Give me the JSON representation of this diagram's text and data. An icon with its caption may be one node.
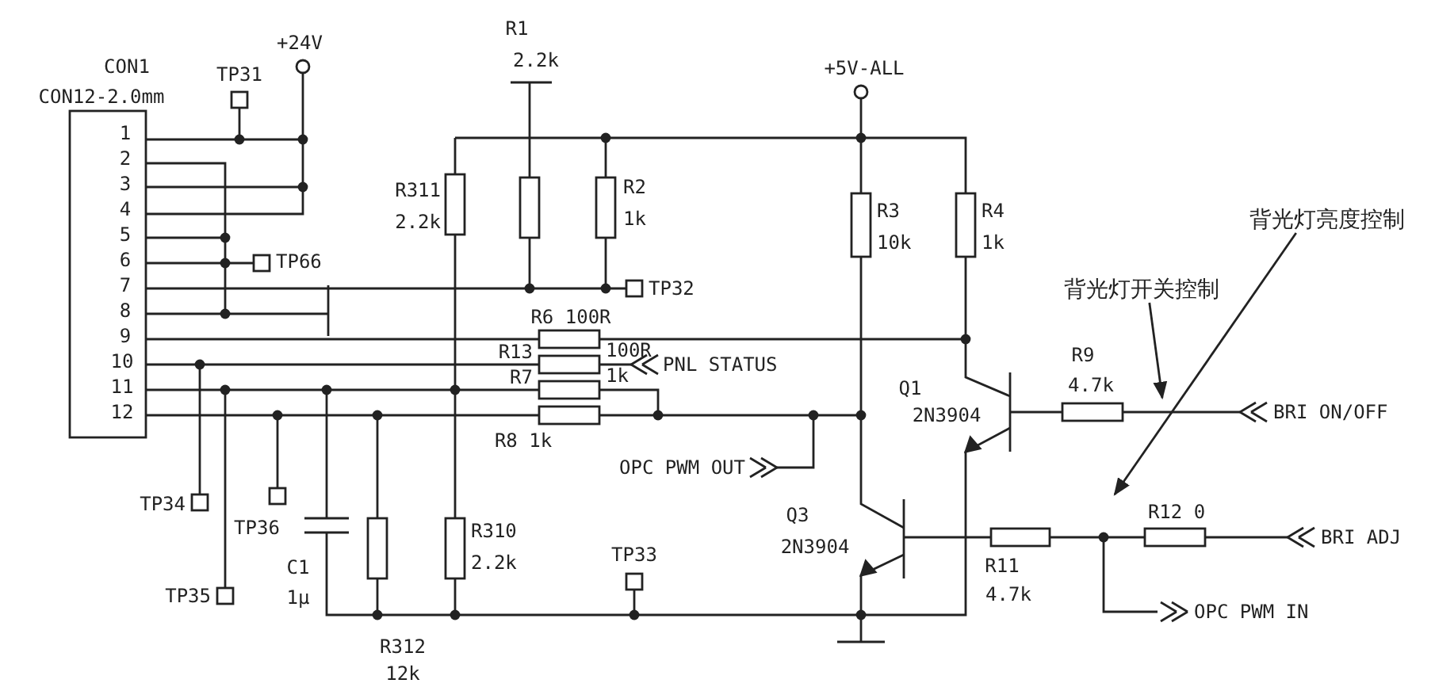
{
  "diagram": {
    "nodes": [
      {
        "text": [
          "背光灯亮度控制"
        ]
      },
      {
        "text": [
          "背光灯开关控制"
        ]
      }
    ],
    "edges": [
      {
        "from": 0,
        "to": null,
        "arrow": "to"
      },
      {
        "from": 1,
        "to": null,
        "arrow": "to"
      }
    ],
    "labels": [
      "+24V",
      "R1",
      "2.2k",
      "+5V-ALL",
      "CON1",
      "TP31",
      "CON12-2.0mm",
      "1",
      "2",
      "3",
      "4",
      "5",
      "6",
      "7",
      "8",
      "9",
      "10",
      "11",
      "12",
      "R311",
      "2.2k",
      "R2",
      "1k",
      "R3",
      "10k",
      "R4",
      "1k",
      "TP66",
      "TP32",
      "R6 100R",
      "R13",
      "100R",
      "PNL STATUS",
      "R9",
      "R7",
      "1k",
      "Q1",
      "4.7k",
      "2N3904",
      "BRI ON/OFF",
      "R8 1k",
      "OPC PWM OUT",
      "R12 0",
      "Q3",
      "BRI ADJ",
      "TP34",
      "TP36",
      "R310",
      "2N3904",
      "TP33",
      "2.2k",
      "C1",
      "R11",
      "4.7k",
      "TP35",
      "1μ",
      "OPC PWM IN",
      "R312",
      "12k"
    ]
  }
}
